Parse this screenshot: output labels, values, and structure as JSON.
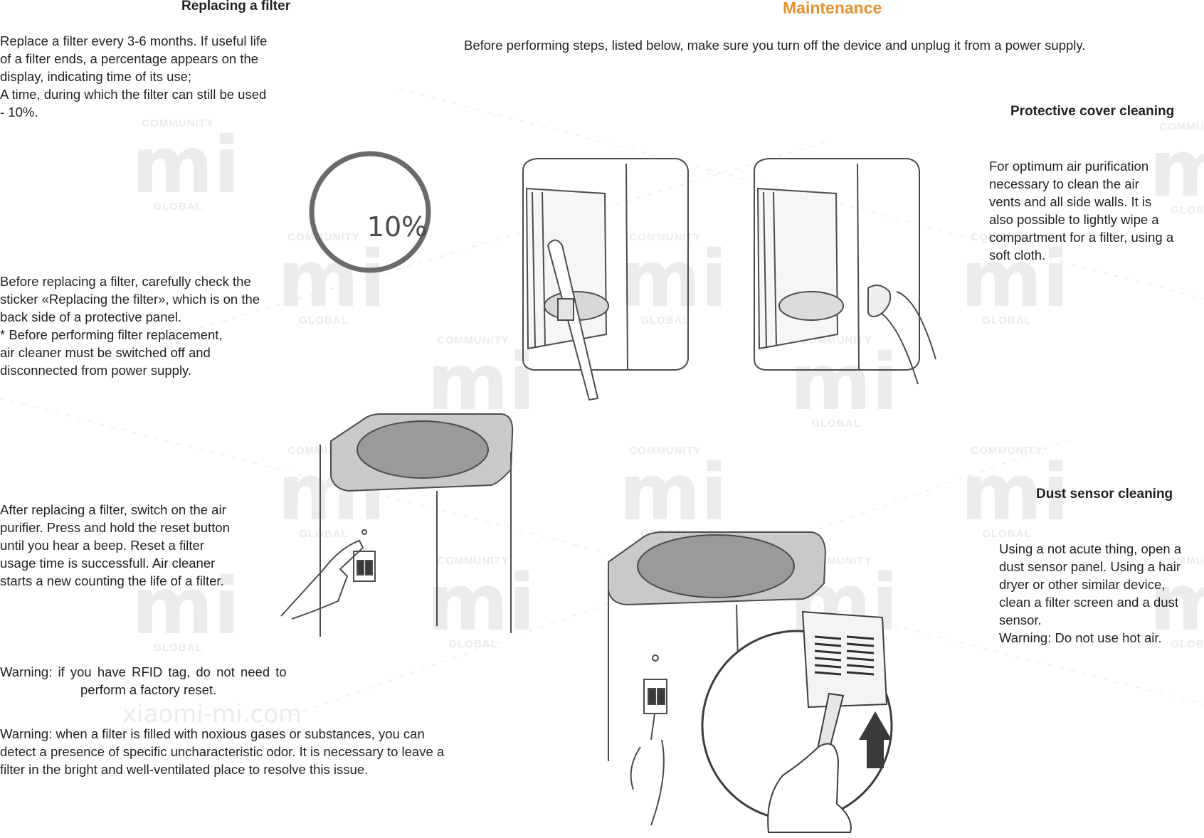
{
  "page": {
    "title": "Maintenance",
    "intro": "Before performing steps, listed below, make sure you turn off the device and unplug it from a power supply.",
    "colors": {
      "accent": "#e8912e",
      "text": "#231f20",
      "line": "#5a5a5a"
    }
  },
  "replacing": {
    "heading": "Replacing a filter",
    "p1": [
      "Replace a filter every 3-6 months. If useful life",
      "of a filter ends, a percentage appears on the",
      "display, indicating time of its use;",
      "A time, during which the filter can still be used",
      "- 10%."
    ],
    "display_value": "10%",
    "p2": [
      "Before replacing a filter, carefully check the",
      "sticker «Replacing the filter», which is on the",
      "back side of a protective panel.",
      "* Before performing filter replacement,",
      "air cleaner must be switched off and",
      "disconnected from power supply."
    ],
    "p3": [
      "After replacing a filter, switch on the air",
      "purifier. Press and hold the reset button",
      "until you hear a beep. Reset a filter",
      "usage time is successfull. Air cleaner",
      "starts a new counting the life of a filter."
    ],
    "warning1": [
      "Warning: if you have RFID tag, do not need to",
      "perform a factory reset."
    ],
    "warning2": [
      "Warning: when a filter is filled with noxious gases or substances, you can",
      "detect a presence of specific uncharacteristic odor. It is necessary to leave a",
      "filter in the bright and well-ventilated place to resolve this issue."
    ]
  },
  "cover": {
    "heading": "Protective cover cleaning",
    "body": [
      "For optimum air purification",
      "necessary to clean the air",
      "vents and all side walls. It is",
      "also possible to lightly wipe a",
      "compartment for a filter, using a",
      "soft cloth."
    ]
  },
  "sensor": {
    "heading": "Dust sensor cleaning",
    "body": [
      "Using a not acute thing, open a",
      "dust sensor panel. Using a hair",
      "dryer or other similar device,",
      "clean a filter screen and a dust",
      "sensor.",
      "Warning: Do not use hot air."
    ]
  },
  "watermark": {
    "top": "COMMUNITY",
    "logo": "mi",
    "bottom": "GLOBAL",
    "site": "xiaomi-mi.com"
  },
  "icons": {
    "filter_gauge": "filter-percentage-display-icon",
    "vacuum": "vacuum-nozzle-illustration",
    "cloth": "cleaning-cloth-illustration",
    "reset": "reset-button-illustration",
    "arrow": "up-arrow-icon"
  }
}
